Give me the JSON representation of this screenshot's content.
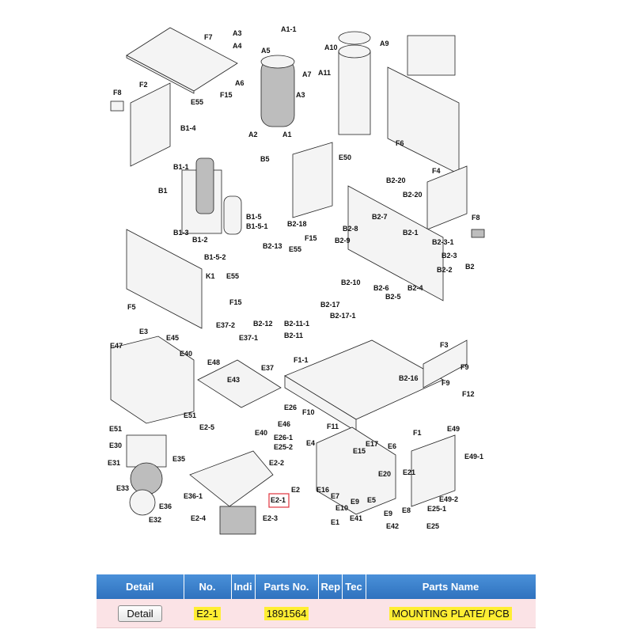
{
  "diagram": {
    "labels": [
      "F7",
      "A3",
      "A4",
      "A5",
      "A6",
      "A1-1",
      "A9",
      "A10",
      "A7",
      "A11",
      "A3",
      "A1",
      "A2",
      "F8",
      "F2",
      "E55",
      "F15",
      "B1-4",
      "B5",
      "F6",
      "E50",
      "B1-1",
      "B1",
      "B2-20",
      "B2-20",
      "F4",
      "B2-7",
      "F8",
      "B1-5",
      "B1-5-1",
      "B2-18",
      "B2-8",
      "B2-1",
      "B2-3-1",
      "B1-3",
      "B1-2",
      "B2-13",
      "F15",
      "B2-9",
      "E55",
      "B2-3",
      "B1-5-2",
      "B2",
      "K1",
      "E55",
      "B2-2",
      "F5",
      "B2-10",
      "B2-6",
      "B2-5",
      "B2-4",
      "F15",
      "B2-17",
      "B2-17-1",
      "E37-2",
      "B2-12",
      "B2-11-1",
      "B2-11",
      "E3",
      "E45",
      "E37-1",
      "E47",
      "E40",
      "E48",
      "E37",
      "F1-1",
      "F3",
      "F9",
      "E43",
      "B2-16",
      "F9",
      "F12",
      "E51",
      "E26",
      "F10",
      "E46",
      "E2-5",
      "E40",
      "E26-1",
      "E25-2",
      "F11",
      "F1",
      "E49",
      "E51",
      "E30",
      "E4",
      "E17",
      "E15",
      "E6",
      "E49-1",
      "E35",
      "E2-2",
      "E31",
      "E20",
      "E21",
      "E33",
      "E36-1",
      "E2",
      "E16",
      "E7",
      "E9",
      "E5",
      "E2-1",
      "E36",
      "E10",
      "E8",
      "E25-1",
      "E49-2",
      "E32",
      "E2-4",
      "E2-3",
      "E41",
      "E9",
      "E1",
      "E42",
      "E25"
    ],
    "highlighted_label": "E2-1"
  },
  "table": {
    "headers": {
      "detail": "Detail",
      "no": "No.",
      "indi": "Indi",
      "parts_no": "Parts No.",
      "rep": "Rep",
      "tec": "Tec",
      "parts_name": "Parts Name"
    },
    "rows": [
      {
        "detail_label": "Detail",
        "no": "E2-1",
        "indi": "",
        "parts_no": "1891564",
        "rep": "",
        "tec": "",
        "parts_name": "MOUNTING PLATE/ PCB"
      }
    ]
  },
  "colors": {
    "header_blue": "#3a80cc",
    "row_pink": "#fbe3e6",
    "highlight_yellow": "#ffee33",
    "callout_red": "#e0323c"
  }
}
